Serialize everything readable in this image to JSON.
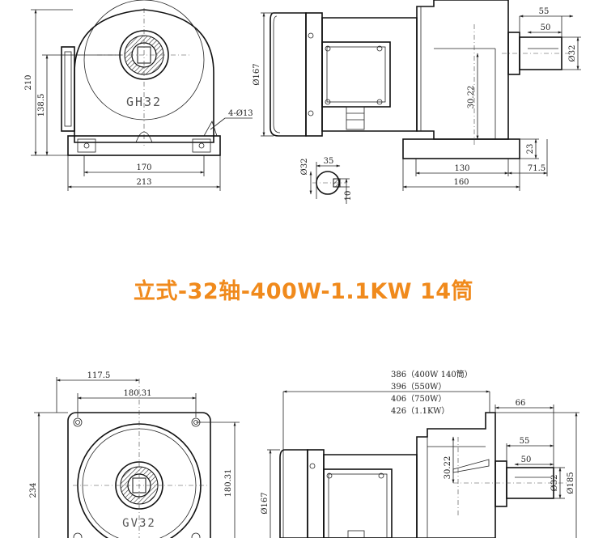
{
  "title": "立式-32轴-400W-1.1KW 14筒",
  "colors": {
    "title": "#f08a1c",
    "line": "#111111"
  },
  "top_front": {
    "label": "GH32",
    "dims": {
      "d210": "210",
      "d138_5": "138.5",
      "d4_13": "4-Ø13",
      "d170": "170",
      "d213": "213"
    }
  },
  "top_side": {
    "dims": {
      "d55": "55",
      "d50": "50",
      "d32": "Ø32",
      "d167": "Ø167",
      "d30_22": "30.22",
      "d23": "23",
      "d130": "130",
      "d71_5": "71.5",
      "d160": "160"
    }
  },
  "shaft_detail": {
    "dims": {
      "d32": "Ø32",
      "d35": "35",
      "d10": "10"
    }
  },
  "bottom_front": {
    "label": "GV32",
    "dims": {
      "d117_5": "117.5",
      "d180_31_top": "180.31",
      "d234": "234",
      "d180_31_side": "180.31"
    }
  },
  "bottom_side": {
    "lengths": [
      "386（400W 140筒）",
      "396（550W）",
      "406（750W）",
      "426（1.1KW）"
    ],
    "dims": {
      "d66": "66",
      "d55": "55",
      "d50": "50",
      "d30_22": "30.22",
      "d32": "Ø32",
      "d185": "Ø185",
      "d167": "Ø167"
    }
  }
}
